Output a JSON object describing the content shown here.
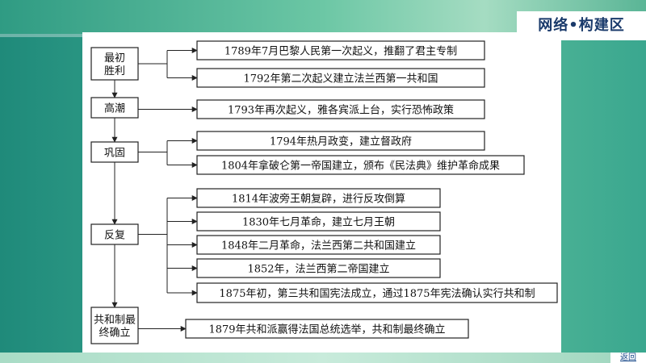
{
  "header": {
    "title": "网络•构建区"
  },
  "footer": {
    "back_label": "返回"
  },
  "diagram": {
    "stages": [
      {
        "id": "s1",
        "lines": [
          "最初",
          "胜利"
        ]
      },
      {
        "id": "s2",
        "lines": [
          "高潮"
        ]
      },
      {
        "id": "s3",
        "lines": [
          "巩固"
        ]
      },
      {
        "id": "s4",
        "lines": [
          "反复"
        ]
      },
      {
        "id": "s5",
        "lines": [
          "共和制最",
          "终确立"
        ]
      }
    ],
    "events": [
      {
        "id": "e1",
        "stage": "s1",
        "text": "1789年7月巴黎人民第一次起义，推翻了君主专制"
      },
      {
        "id": "e2",
        "stage": "s1",
        "text": "1792年第二次起义建立法兰西第一共和国"
      },
      {
        "id": "e3",
        "stage": "s2",
        "text": "1793年再次起义，雅各宾派上台，实行恐怖政策"
      },
      {
        "id": "e4",
        "stage": "s3",
        "text": "1794年热月政变，建立督政府"
      },
      {
        "id": "e5",
        "stage": "s3",
        "text": "1804年拿破仑第一帝国建立，颁布《民法典》维护革命成果"
      },
      {
        "id": "e6",
        "stage": "s4",
        "text": "1814年波旁王朝复辟，进行反攻倒算"
      },
      {
        "id": "e7",
        "stage": "s4",
        "text": "1830年七月革命，建立七月王朝"
      },
      {
        "id": "e8",
        "stage": "s4",
        "text": "1848年二月革命，法兰西第二共和国建立"
      },
      {
        "id": "e9",
        "stage": "s4",
        "text": "1852年，法兰西第二帝国建立"
      },
      {
        "id": "e10",
        "stage": "s4",
        "text": "1875年初，第三共和国宪法成立，通过1875年宪法确认实行共和制"
      },
      {
        "id": "e11",
        "stage": "s5",
        "text": "1879年共和派赢得法国总统选举，共和制最终确立"
      }
    ]
  }
}
